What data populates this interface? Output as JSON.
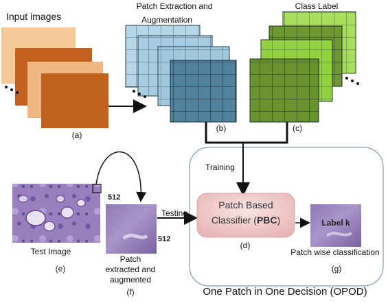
{
  "labels": {
    "input_images": "Input images",
    "patch_extraction_line1": "Patch Extraction and",
    "patch_extraction_line2": "Augmentation",
    "class_label": "Class Label",
    "a": "(a)",
    "b": "(b)",
    "c": "(c)",
    "training": "Training",
    "testing": "Testing",
    "size_top": "512",
    "size_right": "512",
    "test_image": "Test Image",
    "e": "(e)",
    "patch_extracted_line1": "Patch",
    "patch_extracted_line2": "extracted and",
    "patch_extracted_line3": "augmented",
    "f": "(f)",
    "pbc_line1": "Patch Based",
    "pbc_line2_prefix": "Classifier (",
    "pbc_abbr": "PBC",
    "pbc_line2_suffix": ")",
    "d": "(d)",
    "label_k": "Label k",
    "patch_wise": "Patch wise classification",
    "g": "(g)",
    "opod": "One Patch in One Decision (OPOD)"
  },
  "colors": {
    "input_light": "#f2c28e",
    "input_dark": "#bf5a1d",
    "patch_light": "#a9cfe3",
    "patch_dark": "#4f7f9a",
    "class_light": "#98d447",
    "class_dark": "#678f2e",
    "pbc_fill": "#f1cfd0",
    "tissue": "#8c6fb0",
    "opod_border": "#7fa0b4"
  },
  "icons": {
    "dots": "ellipsis-dots",
    "arrow": "arrow-right"
  }
}
